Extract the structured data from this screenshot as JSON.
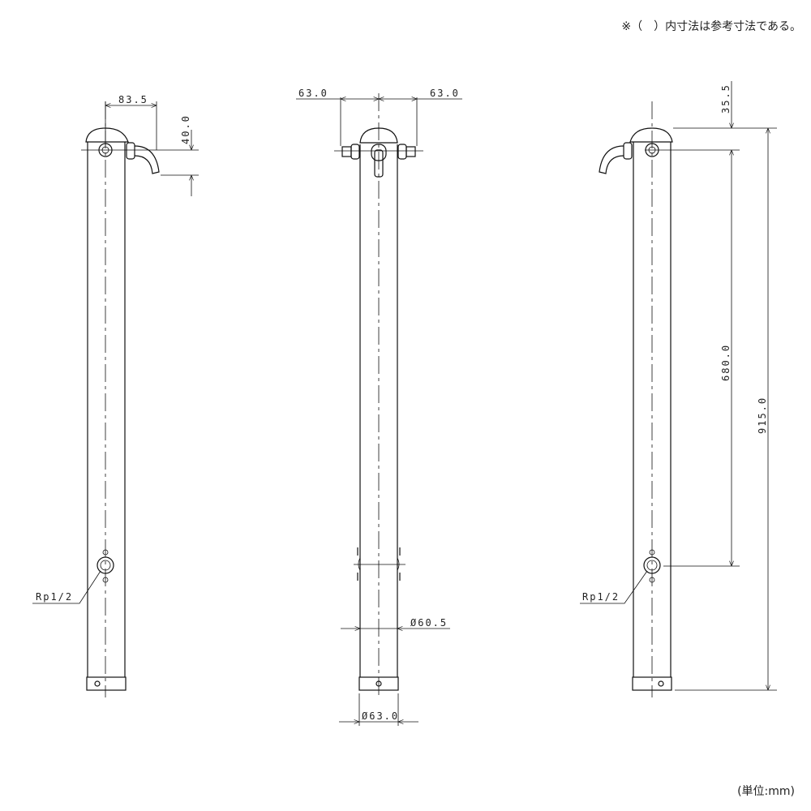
{
  "note": "※（　）内寸法は参考寸法である。",
  "unit": "(単位:mm)",
  "left_view": {
    "spout_reach": "83.5",
    "spout_drop": "40.0",
    "inlet_label": "Rp1/2"
  },
  "front_view": {
    "left_reach": "63.0",
    "right_reach": "63.0",
    "pipe_diameter": "Ø60.5",
    "base_diameter": "Ø63.0"
  },
  "right_view": {
    "top_offset": "35.5",
    "inlet_height": "680.0",
    "total_height": "915.0",
    "inlet_label": "Rp1/2"
  }
}
